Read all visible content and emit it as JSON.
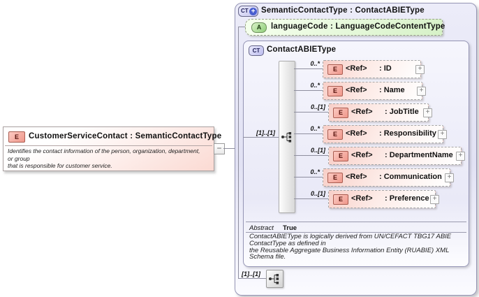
{
  "icons": {
    "e": "E",
    "a": "A",
    "ct": "CT",
    "plus": "+",
    "minus": "−",
    "ct_plus": "+"
  },
  "left_element": {
    "title": "CustomerServiceContact : SemanticContactType",
    "annotation_lines": [
      "Identifies the contact information of the person, organization, department,",
      "or group",
      "that is responsible for customer service."
    ]
  },
  "outer": {
    "title": "SemanticContactType : ContactABIEType",
    "attribute": {
      "title": "languageCode : LanguageCodeContentType"
    },
    "bottom_sequence_cardinality": "[1]..[1]",
    "content_type": {
      "title": "ContactABIEType",
      "sequence_cardinality": "[1]..[1]",
      "element_icon_label": "E",
      "elements": [
        {
          "cardinality": "0..*",
          "name": "<Ref>",
          "type": ": ID"
        },
        {
          "cardinality": "0..*",
          "name": "<Ref>",
          "type": ": Name"
        },
        {
          "cardinality": "0..[1]",
          "name": "<Ref>",
          "type": ": JobTitle"
        },
        {
          "cardinality": "0..*",
          "name": "<Ref>",
          "type": ": Responsibility"
        },
        {
          "cardinality": "0..[1]",
          "name": "<Ref>",
          "type": ": DepartmentName"
        },
        {
          "cardinality": "0..*",
          "name": "<Ref>",
          "type": ": Communication"
        },
        {
          "cardinality": "0..[1]",
          "name": "<Ref>",
          "type": ": Preference"
        }
      ],
      "abstract_label": "Abstract",
      "abstract_value": "True",
      "annotation_lines": [
        "ContactABIEType is logically derived from UN/CEFACT TBG17 ABIE",
        "ContactType as defined in",
        "the Reusable Aggregate Business Information Entity (RUABIE) XML",
        "Schema file."
      ]
    }
  }
}
